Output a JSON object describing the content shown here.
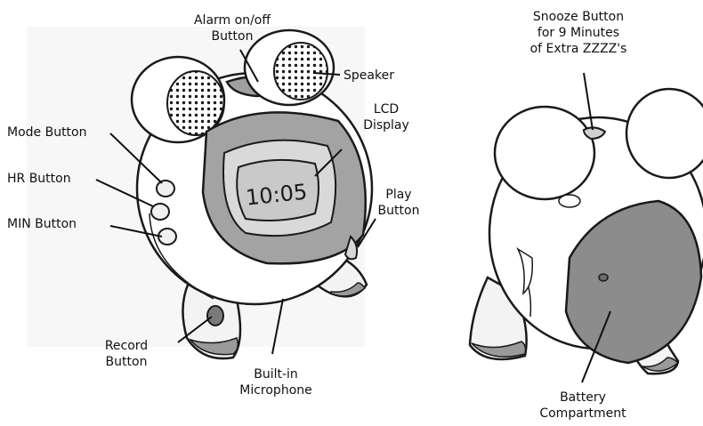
{
  "labels": {
    "alarm_button": [
      "Alarm on/off",
      "Button"
    ],
    "speaker": "Speaker",
    "lcd_display": [
      "LCD",
      "Display"
    ],
    "mode_button": "Mode Button",
    "hr_button": "HR Button",
    "min_button": "MIN Button",
    "play_button": [
      "Play",
      "Button"
    ],
    "record_button": [
      "Record",
      "Button"
    ],
    "microphone": [
      "Built-in",
      "Microphone"
    ],
    "snooze_button": [
      "Snooze Button",
      "for 9 Minutes",
      "of Extra ZZZZ's"
    ],
    "battery": [
      "Battery",
      "Compartment"
    ]
  },
  "lcd_time": "10:05",
  "colors": {
    "outline": "#1a1a1a",
    "screen_gray": "#9a9a9a",
    "battery_gray": "#8c8c8c",
    "light_gray": "#d8d8d8",
    "record_button": "#7a7a7a"
  }
}
